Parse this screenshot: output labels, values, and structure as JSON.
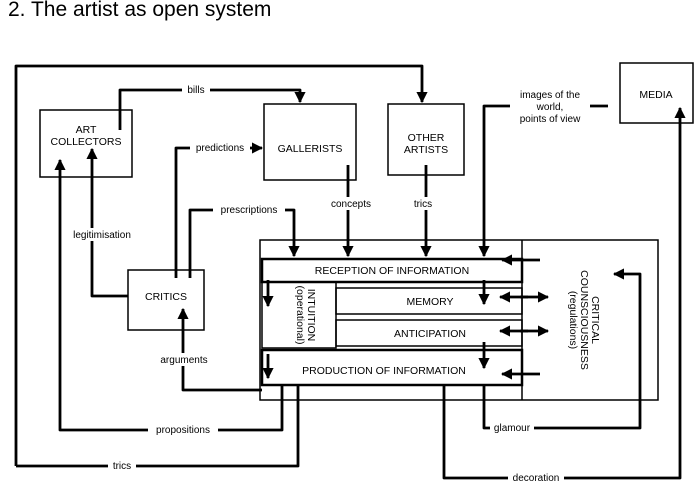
{
  "title": "2. The artist as open system",
  "nodes": {
    "art_collectors": [
      "ART",
      "COLLECTORS"
    ],
    "gallerists": "GALLERISTS",
    "other_artists": [
      "OTHER",
      "ARTISTS"
    ],
    "media": "MEDIA",
    "critics": "CRITICS",
    "reception": "RECEPTION OF INFORMATION",
    "memory": "MEMORY",
    "anticipation": "ANTICIPATION",
    "production": "PRODUCTION OF INFORMATION",
    "intuition": [
      "INTUITION",
      "(operational)"
    ],
    "critical": [
      "CRITICAL",
      "COUNSCIOUSNESS",
      "(regulations)"
    ]
  },
  "edge_labels": {
    "bills": "bills",
    "predictions": "predictions",
    "prescriptions": "prescriptions",
    "concepts": "concepts",
    "trics_top": "trics",
    "images": [
      "images of the",
      "world,",
      "points of view"
    ],
    "legitimisation": "legitimisation",
    "arguments": "arguments",
    "propositions": "propositions",
    "glamour": "glamour",
    "trics_bottom": "trics",
    "decoration": "decoration"
  },
  "colors": {
    "ink": "#000000",
    "background": "#ffffff"
  }
}
